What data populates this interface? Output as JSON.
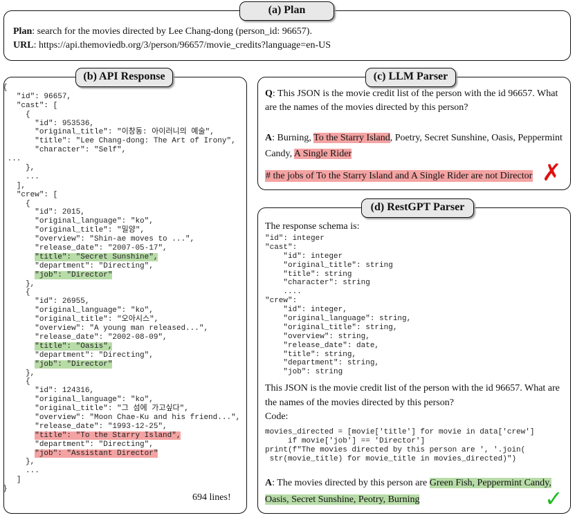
{
  "plan": {
    "title": "(a) Plan",
    "plan_label": "Plan",
    "plan_text": ": search for the movies directed by Lee Chang-dong (person_id: 96657).",
    "url_label": "URL",
    "url_text": ": https://api.themoviedb.org/3/person/96657/movie_credits?language=en-US"
  },
  "api": {
    "title": "(b) API Response",
    "lines": [
      "{",
      "   \"id\": 96657,",
      "   \"cast\": [",
      "     {",
      "       \"id\": 953536,",
      "       \"original_title\": \"이창동: 아이러니의 예술\",",
      "       \"title\": \"Lee Chang-dong: The Art of Irony\",",
      "       \"character\": \"Self\",",
      " ...",
      "     },",
      "     ...",
      "   ],",
      "   \"crew\": [",
      "     {",
      "       \"id\": 2015,",
      "       \"original_language\": \"ko\",",
      "       \"original_title\": \"밀양\",",
      "       \"overview\": \"Shin-ae moves to ...\",",
      "       \"release_date\": \"2007-05-17\",",
      "       \"title\": \"Secret Sunshine\",",
      "       \"department\": \"Directing\",",
      "       \"job\": \"Director\"",
      "     },",
      "     {",
      "       \"id\": 26955,",
      "       \"original_language\": \"ko\",",
      "       \"original_title\": \"오아시스\",",
      "       \"overview\": \"A young man released...\",",
      "       \"release_date\": \"2002-08-09\",",
      "       \"title\": \"Oasis\",",
      "       \"department\": \"Directing\",",
      "       \"job\": \"Director\"",
      "     },",
      "     {",
      "       \"id\": 124316,",
      "       \"original_language\": \"ko\",",
      "       \"original_title\": \"그 섬에 가고싶다\",",
      "       \"overview\": \"Moon Chae-Ku and his friend...\",",
      "       \"release_date\": \"1993-12-25\",",
      "       \"title\": \"To the Starry Island\",",
      "       \"department\": \"Directing\",",
      "       \"job\": \"Assistant Director\"",
      "     },",
      "     ...",
      "   ]",
      "}"
    ],
    "footer": "694 lines!"
  },
  "llm": {
    "title": "(c) LLM Parser",
    "q_label": "Q",
    "q_text": ": This JSON is the movie credit list of the person with the id 96657. What are the names of the movies directed by this person?",
    "a_label": "A",
    "a_pre": ": Burning, ",
    "a_red1": "To the Starry Island",
    "a_mid": ", Poetry, Secret Sunshine, Oasis, Peppermint Candy, ",
    "a_red2": "A Single Rider",
    "comment": "# the jobs of To the Starry Island and A Single Rider are not Director",
    "mark": "✗"
  },
  "restgpt": {
    "title": "(d) RestGPT Parser",
    "schema_intro": "The response schema is:",
    "schema_lines": [
      "\"id\": integer",
      "\"cast\":",
      "    \"id\": integer",
      "    \"original_title\": string",
      "    \"title\": string",
      "    \"character\": string",
      "    ....",
      "\"crew\":",
      "    \"id\": integer,",
      "    \"original_language\": string,",
      "    \"original_title\": string,",
      "    \"overview\": string,",
      "    \"release_date\": date,",
      "    \"title\": string,",
      "    \"department\": string,",
      "    \"job\": string"
    ],
    "question": "This JSON is the movie credit list of the person with the id 96657. What are the names of the movies directed by this person?",
    "code_label": "Code:",
    "code_lines": [
      "movies_directed = [movie['title'] for movie in data['crew']",
      "     if movie['job'] == 'Director']",
      "print(f\"The movies directed by this person are ', '.join(",
      " str(movie_title) for movie_title in movies_directed)\")"
    ],
    "a_label": "A",
    "a_pre": ": The movies directed by this person are ",
    "a_green1": "Green Fish, Peppermint Candy,",
    "a_green2": "Oasis, Secret Sunshine, Peotry, Burning",
    "mark": "✓"
  },
  "colors": {
    "green_highlight": "#b8dca8",
    "red_highlight": "#f4a3a3",
    "cross": "#e01010",
    "check": "#22bb22"
  }
}
